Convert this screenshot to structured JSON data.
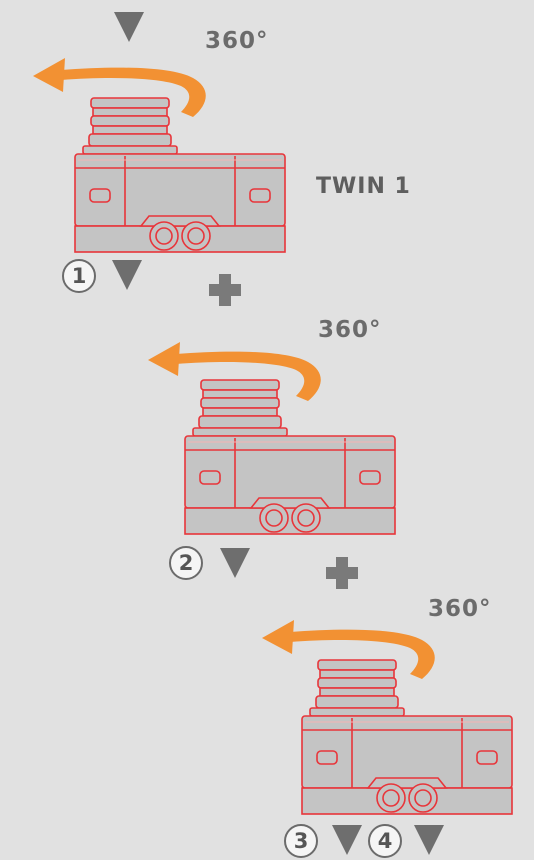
{
  "rotation_labels": [
    "360°",
    "360°",
    "360°"
  ],
  "unit_label": "TWIN 1",
  "step_numbers": [
    "1",
    "2",
    "3",
    "4"
  ],
  "colors": {
    "background": "#e1e1e1",
    "housing_fill": "#c4c4c4",
    "housing_outline": "#e8353a",
    "rotation_arrow": "#f29133",
    "marker_gray": "#6e6e6e"
  },
  "icons": [
    "rotation-arrow-icon",
    "down-triangle-icon",
    "plus-icon",
    "connector-housing-icon"
  ]
}
